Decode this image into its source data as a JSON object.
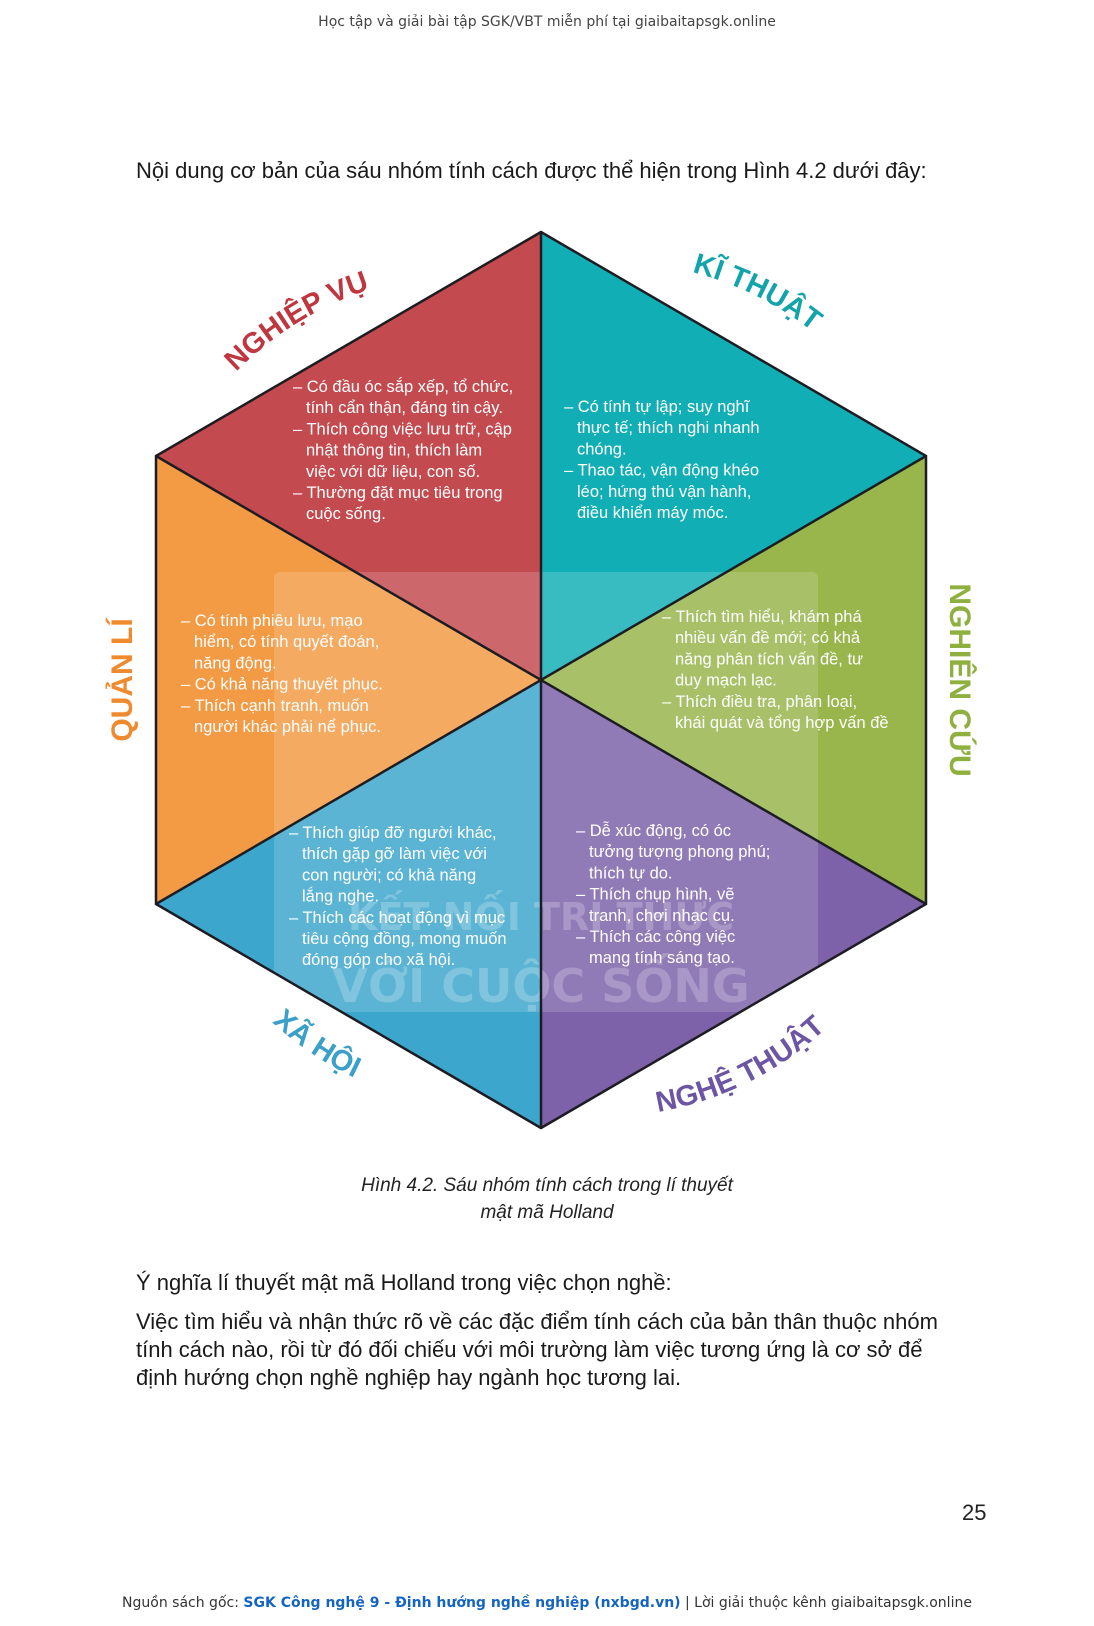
{
  "header": {
    "banner": "Học tập và giải bài tập SGK/VBT miễn phí tại giaibaitapsgk.online"
  },
  "intro": "Nội dung cơ bản của sáu nhóm tính cách được thể hiện trong Hình 4.2 dưới đây:",
  "figure": {
    "colors": {
      "nghiep_vu": "#c34a4f",
      "ki_thuat": "#12aeb5",
      "nghien_cuu": "#98b64c",
      "nghe_thuat": "#7d62aa",
      "xa_hoi": "#3da6cc",
      "quan_li": "#f39a45"
    },
    "label_colors": {
      "nghiep_vu": "#c0363f",
      "ki_thuat": "#13a3ab",
      "nghien_cuu": "#8faf3e",
      "nghe_thuat": "#6c55a3",
      "xa_hoi": "#3a9fc9",
      "quan_li": "#f08a2e"
    },
    "groups": {
      "nghiep_vu": {
        "label": "NGHIỆP VỤ",
        "lines": [
          "– Có đầu óc sắp xếp, tổ chức,",
          "tính cẩn thận, đáng tin cậy.",
          "– Thích công việc lưu trữ, cập",
          "nhật thông tin, thích làm",
          "việc với dữ liệu, con số.",
          "– Thường đặt mục tiêu trong",
          "cuộc sống."
        ]
      },
      "ki_thuat": {
        "label": "KĨ THUẬT",
        "lines": [
          "– Có tính tự lập; suy nghĩ",
          "thực tế; thích nghi nhanh",
          "chóng.",
          "– Thao tác, vận động khéo",
          "léo; hứng thú  vận hành,",
          "điều khiển máy móc."
        ]
      },
      "nghien_cuu": {
        "label": "NGHIÊN CỨU",
        "lines": [
          "– Thích tìm hiểu, khám phá",
          "nhiều vấn đề mới; có khả",
          "năng phân tích vấn đề, tư",
          "duy mạch lạc.",
          "– Thích điều tra, phân loại,",
          "khái quát và tổng hợp vấn đề"
        ]
      },
      "nghe_thuat": {
        "label": "NGHỆ THUẬT",
        "lines": [
          "– Dễ xúc động, có óc",
          "tưởng tượng phong phú;",
          "thích tự do.",
          "– Thích chụp hình, vẽ",
          "tranh, chơi nhạc cụ.",
          "– Thích các công việc",
          "mang tính sáng tạo."
        ]
      },
      "xa_hoi": {
        "label": "XÃ HỘI",
        "lines": [
          "– Thích giúp đỡ người khác,",
          "thích gặp gỡ làm việc với",
          "con người; có khả năng",
          "lắng nghe.",
          "– Thích các hoạt động vì mục",
          "tiêu cộng đồng, mong muốn",
          "đóng góp cho xã hội."
        ]
      },
      "quan_li": {
        "label": "QUẢN LÍ",
        "lines": [
          "– Có tính phiêu lưu, mạo",
          "hiểm, có tính quyết đoán,",
          "năng động.",
          "– Có khả năng thuyết phục.",
          "– Thích cạnh tranh, muốn",
          "người khác phải nể phục."
        ]
      }
    },
    "watermark": {
      "line1": "KẾT NỐI TRI THỨC",
      "line2": "VỚI CUỘC SỐNG"
    },
    "caption_line1": "Hình 4.2. Sáu nhóm tính cách trong lí thuyết",
    "caption_line2": "mật mã Holland"
  },
  "meaning": {
    "heading": "Ý nghĩa lí thuyết mật mã Holland trong việc chọn nghề:",
    "line1": "Việc tìm hiểu và nhận thức rõ về các đặc điểm tính cách của bản thân thuộc nhóm",
    "line2": "tính cách nào, rồi từ đó đối chiếu với môi trường làm việc tương ứng là cơ sở để",
    "line3": "định hướng chọn nghề nghiệp hay ngành học tương lai."
  },
  "page_number": "25",
  "footer": {
    "prefix": "Nguồn sách gốc: ",
    "source": "SGK Công nghệ 9 - Định hướng nghề nghiệp (nxbgd.vn)",
    "suffix": " | Lời giải thuộc kênh giaibaitapsgk.online"
  }
}
